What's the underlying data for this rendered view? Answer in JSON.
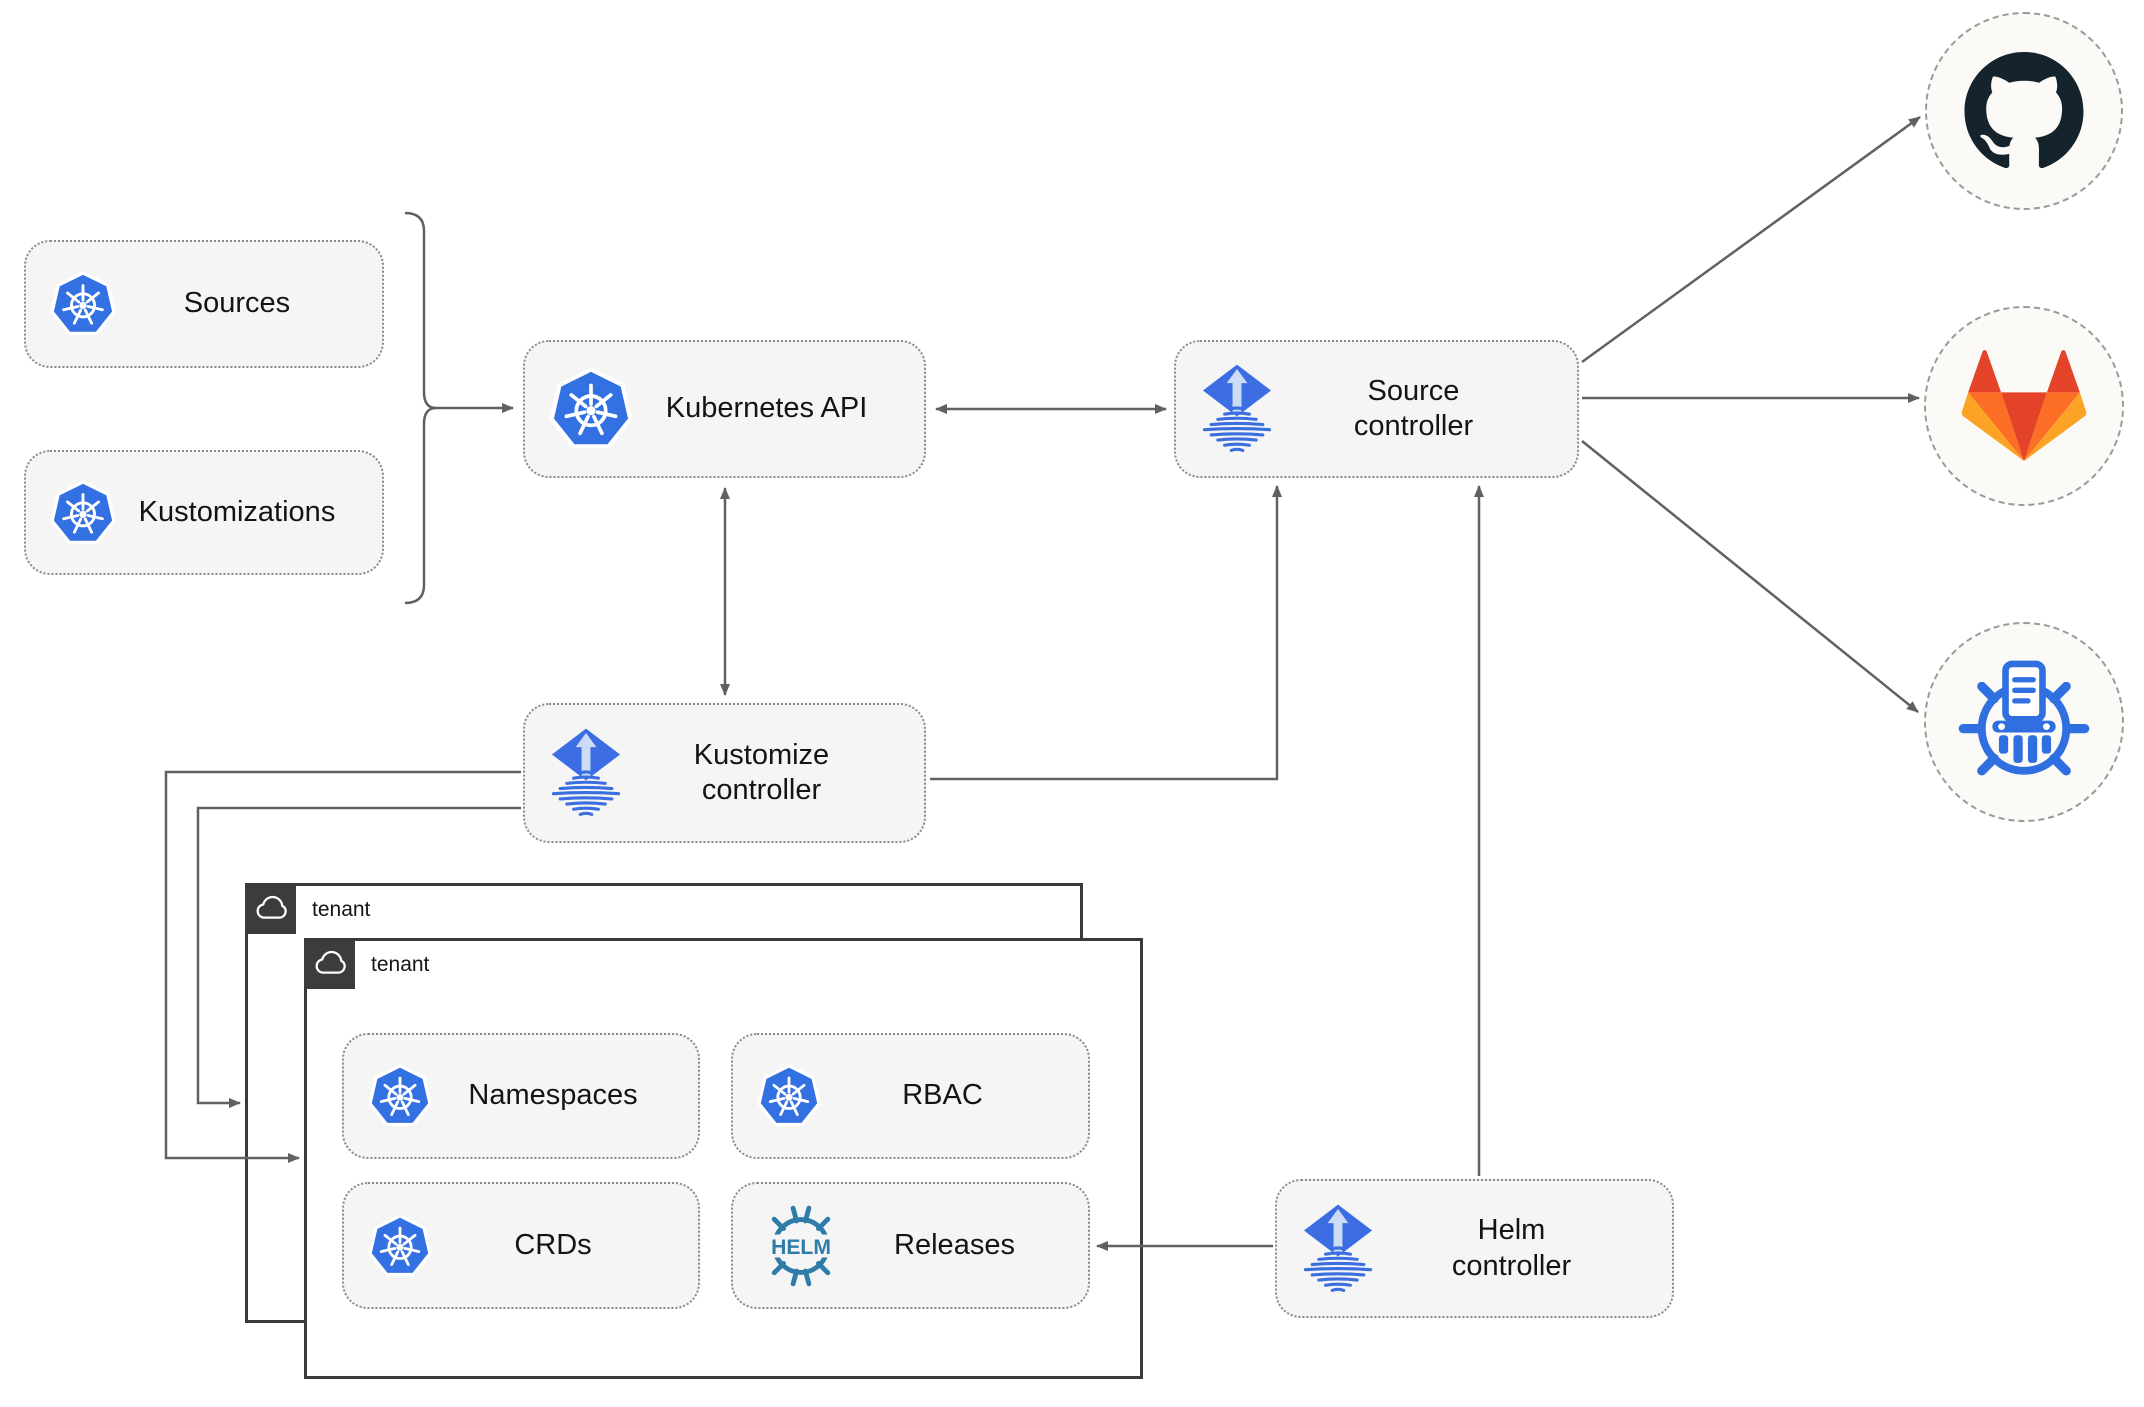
{
  "nodes": {
    "sources": {
      "label": "Sources",
      "icon": "kubernetes-icon"
    },
    "kustomizations": {
      "label": "Kustomizations",
      "icon": "kubernetes-icon"
    },
    "kubernetes_api": {
      "label": "Kubernetes API",
      "icon": "kubernetes-icon"
    },
    "source_controller": {
      "line1": "Source",
      "line2": "controller",
      "icon": "flux-icon"
    },
    "kustomize_controller": {
      "line1": "Kustomize",
      "line2": "controller",
      "icon": "flux-icon"
    },
    "helm_controller": {
      "line1": "Helm",
      "line2": "controller",
      "icon": "flux-icon"
    },
    "tenant_outer": {
      "label": "tenant",
      "icon": "cloud-icon"
    },
    "tenant_inner": {
      "label": "tenant",
      "icon": "cloud-icon"
    },
    "namespaces": {
      "label": "Namespaces",
      "icon": "kubernetes-icon"
    },
    "rbac": {
      "label": "RBAC",
      "icon": "kubernetes-icon"
    },
    "crds": {
      "label": "CRDs",
      "icon": "kubernetes-icon"
    },
    "releases": {
      "label": "Releases",
      "icon": "helm-icon"
    }
  },
  "external_targets": {
    "github": {
      "icon": "github-icon"
    },
    "gitlab": {
      "icon": "gitlab-icon"
    },
    "harbor": {
      "icon": "harbor-registry-icon"
    }
  },
  "edges": [
    {
      "from": "sources-and-kustomizations",
      "to": "kubernetes-api",
      "style": "arrow"
    },
    {
      "from": "kubernetes-api",
      "to": "source-controller",
      "style": "bidirectional"
    },
    {
      "from": "kubernetes-api",
      "to": "kustomize-controller",
      "style": "bidirectional"
    },
    {
      "from": "kustomize-controller",
      "to": "source-controller",
      "style": "arrow"
    },
    {
      "from": "helm-controller",
      "to": "source-controller",
      "style": "arrow"
    },
    {
      "from": "source-controller",
      "to": "github",
      "style": "arrow"
    },
    {
      "from": "source-controller",
      "to": "gitlab",
      "style": "arrow"
    },
    {
      "from": "source-controller",
      "to": "harbor-registry",
      "style": "arrow"
    },
    {
      "from": "kustomize-controller",
      "to": "tenant-outer",
      "style": "arrow"
    },
    {
      "from": "kustomize-controller",
      "to": "tenant-inner",
      "style": "arrow"
    },
    {
      "from": "helm-controller",
      "to": "releases",
      "style": "arrow"
    }
  ],
  "colors": {
    "kubernetes_blue": "#3371e3",
    "flux_blue": "#3d6de3",
    "flux_arrow_light": "#ccdcf5",
    "helm_teal": "#2e7ca7",
    "github_dark": "#15232d",
    "gitlab_red_orange": "#e24329",
    "gitlab_orange": "#fc6d26",
    "gitlab_light_orange": "#fca326",
    "harbor_blue": "#2f6fe0",
    "connector_gray": "#616161",
    "node_fill": "#f5f5f5",
    "tenant_header_dark": "#3c3c3c"
  }
}
